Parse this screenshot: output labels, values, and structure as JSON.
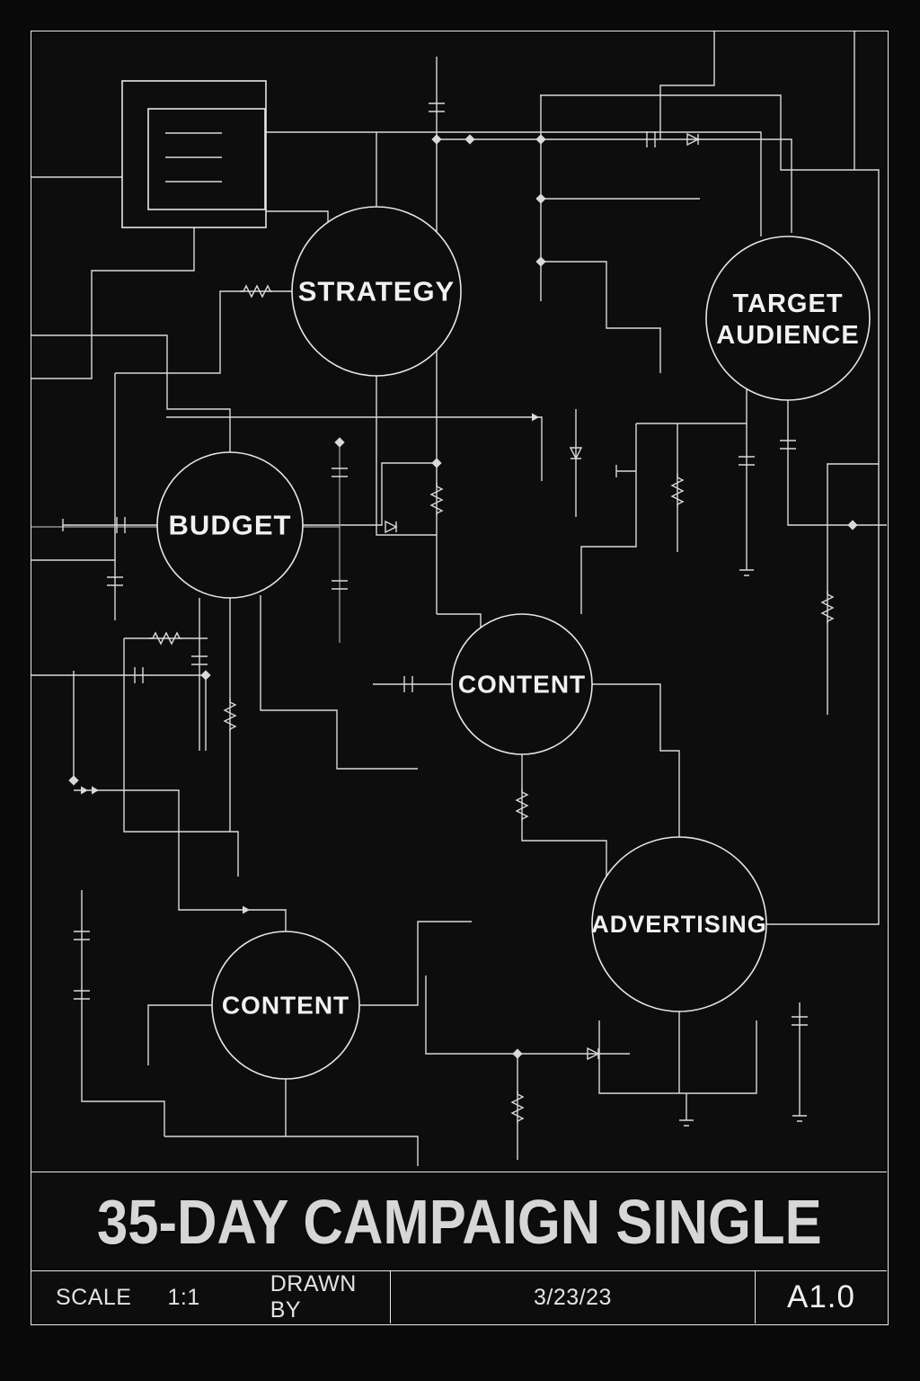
{
  "poster": {
    "title": "35-DAY CAMPAIGN SINGLE",
    "info": {
      "scale_label": "SCALE",
      "scale_value": "1:1",
      "drawn_by_label": "DRAWN BY",
      "date": "3/23/23",
      "sheet": "A1.0"
    }
  },
  "nodes": [
    {
      "id": "strategy",
      "label": "STRATEGY"
    },
    {
      "id": "target-audience",
      "label": "TARGET AUDIENCE",
      "lines": [
        "TARGET",
        "AUDIENCE"
      ]
    },
    {
      "id": "budget",
      "label": "BUDGET"
    },
    {
      "id": "content",
      "label": "CONTENT"
    },
    {
      "id": "advertising",
      "label": "ADVERTISING"
    },
    {
      "id": "content-2",
      "label": "CONTENT"
    }
  ],
  "icons": [
    {
      "name": "document-icon"
    }
  ],
  "colors": {
    "background": "#0d0d0d",
    "line": "#dadada",
    "frame": "#e9e9e9",
    "title_text": "#d6d6d6",
    "label_text": "#f1f1f1"
  }
}
